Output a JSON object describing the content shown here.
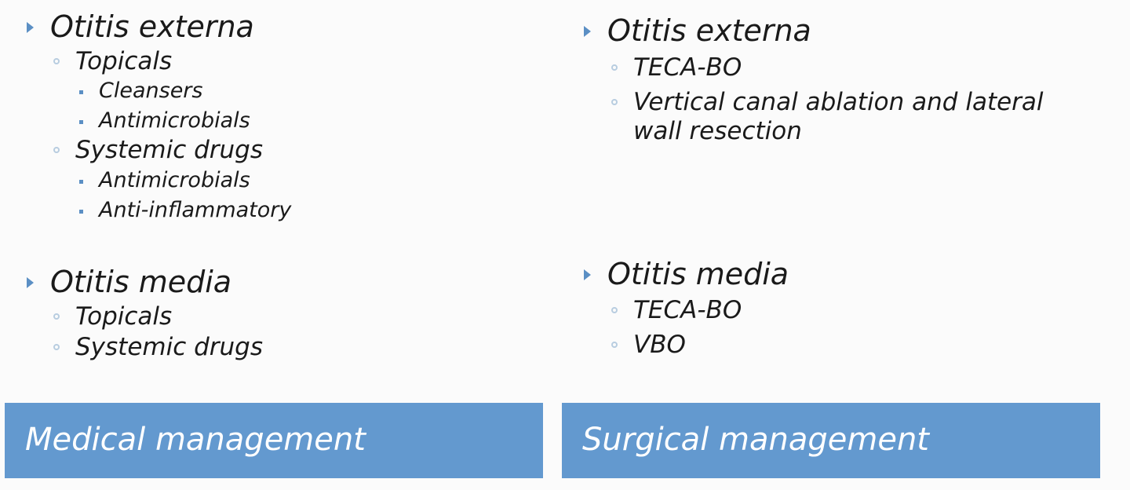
{
  "medical": {
    "banner": "Medical management",
    "externa": {
      "heading": "Otitis externa",
      "topicals": "Topicals",
      "topicals_items": [
        "Cleansers",
        "Antimicrobials"
      ],
      "systemic": "Systemic drugs",
      "systemic_items": [
        "Antimicrobials",
        "Anti-inflammatory"
      ]
    },
    "media": {
      "heading": "Otitis media",
      "items": [
        "Topicals",
        "Systemic drugs"
      ]
    }
  },
  "surgical": {
    "banner": "Surgical management",
    "externa": {
      "heading": "Otitis externa",
      "items": [
        "TECA-BO",
        "Vertical canal ablation and lateral",
        "wall resection"
      ]
    },
    "media": {
      "heading": "Otitis media",
      "items": [
        "TECA-BO",
        "VBO"
      ]
    }
  },
  "colors": {
    "banner": "#6399cf",
    "bullet": "#5b8fc4"
  }
}
